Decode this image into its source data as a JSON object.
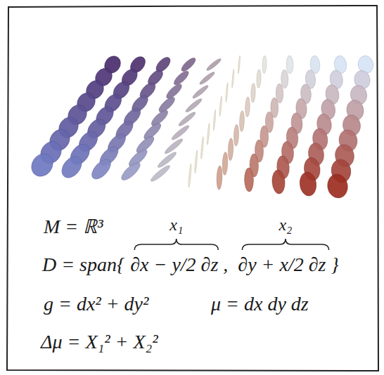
{
  "diagram": {
    "labels": [
      "M = ℝ³",
      "x₁",
      "x₂",
      "D = span{",
      "∂x − y/2 ∂z ,",
      "∂y + x/2 ∂z }",
      "g = dx² + dy²",
      "μ = dx dy dz",
      "Δμ = X₁² + X₂²"
    ]
  }
}
